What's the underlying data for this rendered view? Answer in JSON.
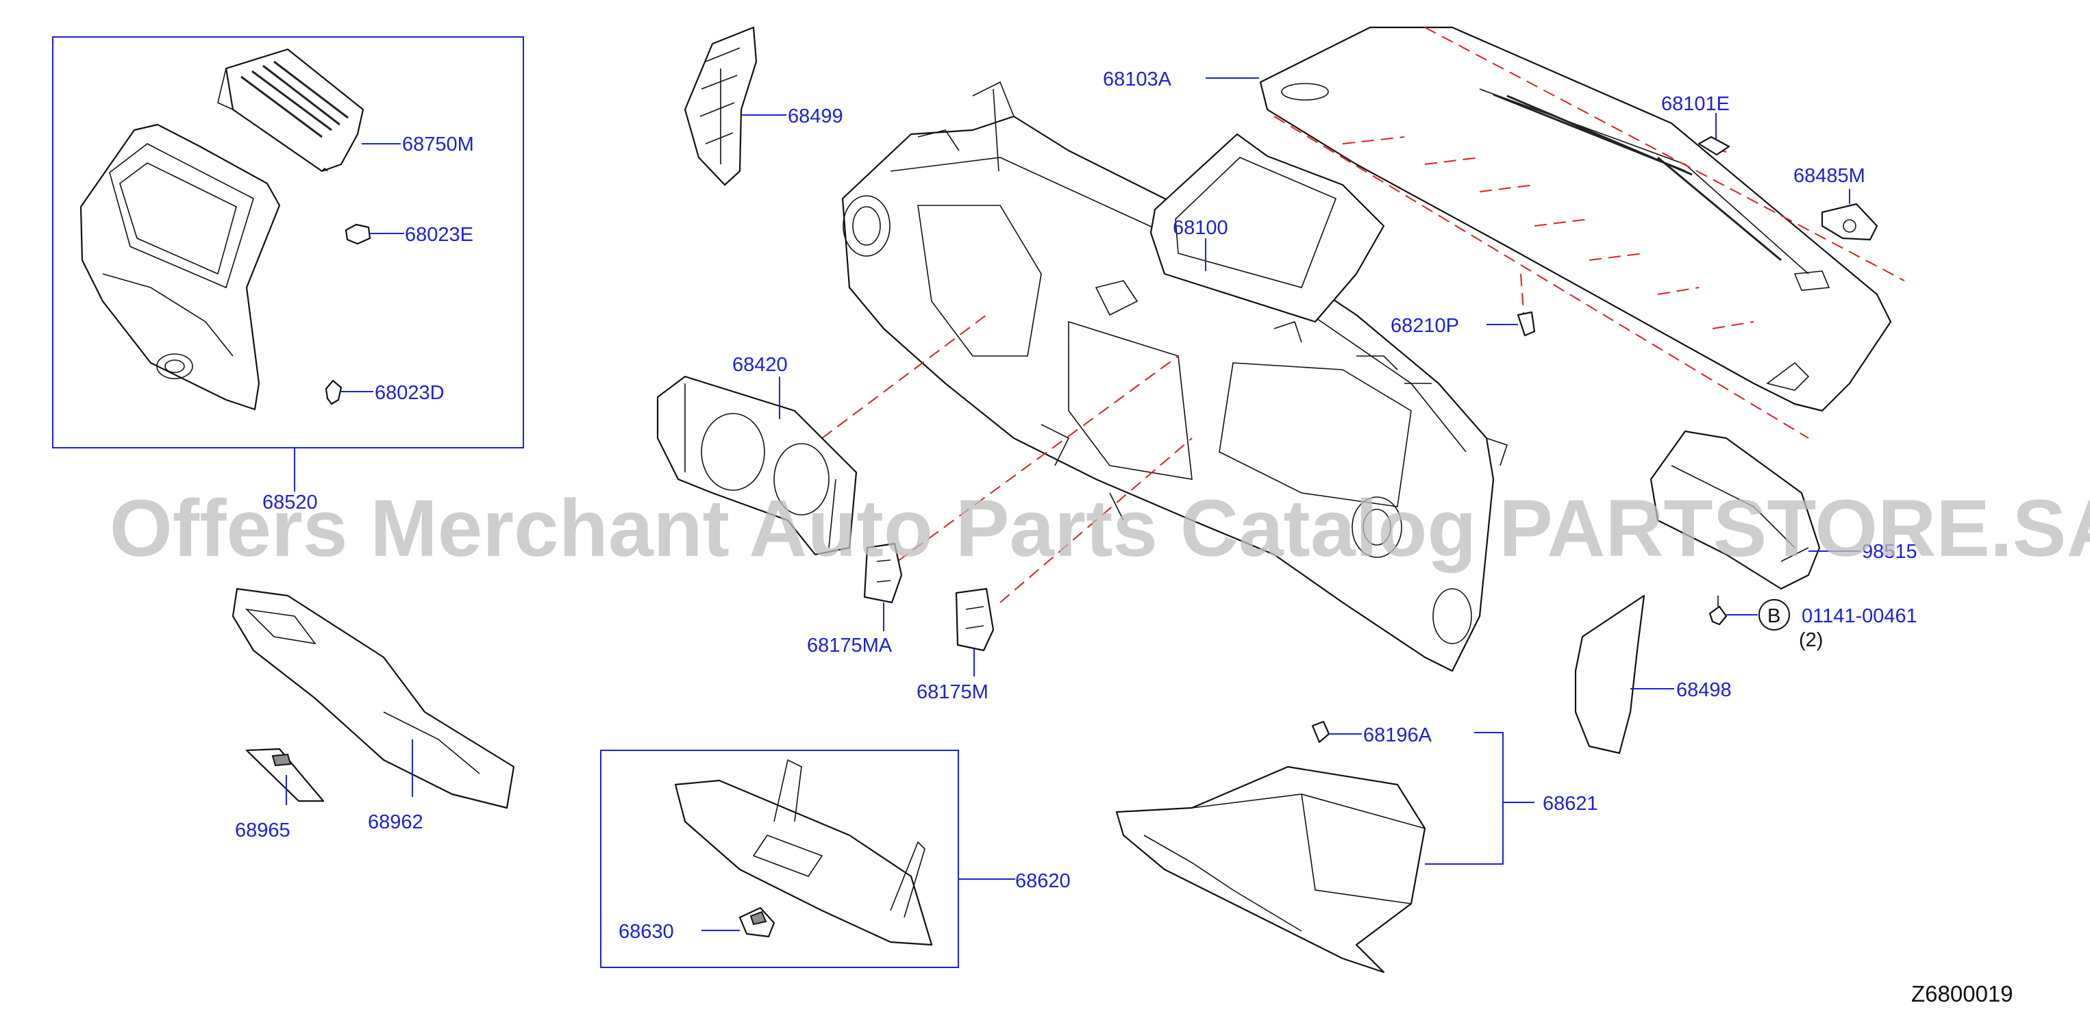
{
  "watermark": "Offers Merchant Auto Parts Catalog PARTSTORE.SA",
  "diagram_code": "Z6800019",
  "labels": {
    "p68750M": "68750M",
    "p68023E": "68023E",
    "p68023D": "68023D",
    "p68520": "68520",
    "p68499": "68499",
    "p68103A": "68103A",
    "p68101E": "68101E",
    "p68485M": "68485M",
    "p68100": "68100",
    "p68210P": "68210P",
    "p68420": "68420",
    "p98515": "98515",
    "p01141": "01141-00461",
    "p01141_qty": "(2)",
    "callout_b": "B",
    "p68175MA": "68175MA",
    "p68175M": "68175M",
    "p68498": "68498",
    "p68196A": "68196A",
    "p68621": "68621",
    "p68962": "68962",
    "p68965": "68965",
    "p68620": "68620",
    "p68630": "68630"
  },
  "colors": {
    "label": "#1a22d6",
    "phantom_line": "#e02020",
    "line_art": "#111111",
    "watermark": "#bdbdbd"
  }
}
